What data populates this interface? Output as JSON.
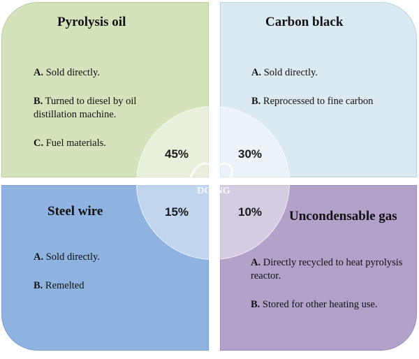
{
  "colors": {
    "pyrolysis_oil": "#d5e3bd",
    "carbon_black": "#dbeaf2",
    "steel_wire": "#8fb3e0",
    "uncondensable_gas": "#b2a2c9"
  },
  "quadrants": {
    "pyrolysis_oil": {
      "title": "Pyrolysis oil",
      "percent": "45%",
      "items": [
        {
          "letter": "A.",
          "text": "Sold directly."
        },
        {
          "letter": "B.",
          "text": "Turned to diesel by oil distillation machine."
        },
        {
          "letter": "C.",
          "text": "Fuel materials."
        }
      ]
    },
    "carbon_black": {
      "title": "Carbon black",
      "percent": "30%",
      "items": [
        {
          "letter": "A.",
          "text": "Sold directly."
        },
        {
          "letter": "B.",
          "text": "Reprocessed to fine carbon"
        }
      ]
    },
    "steel_wire": {
      "title": "Steel wire",
      "percent": "15%",
      "items": [
        {
          "letter": "A.",
          "text": "Sold directly."
        },
        {
          "letter": "B.",
          "text": "Remelted"
        }
      ]
    },
    "uncondensable_gas": {
      "title": "Uncondensable gas",
      "percent": "10%",
      "items": [
        {
          "letter": "A.",
          "text": "Directly recycled to heat pyrolysis reactor."
        },
        {
          "letter": "B.",
          "text": "Stored for other heating use."
        }
      ]
    }
  },
  "watermark": "DOING"
}
